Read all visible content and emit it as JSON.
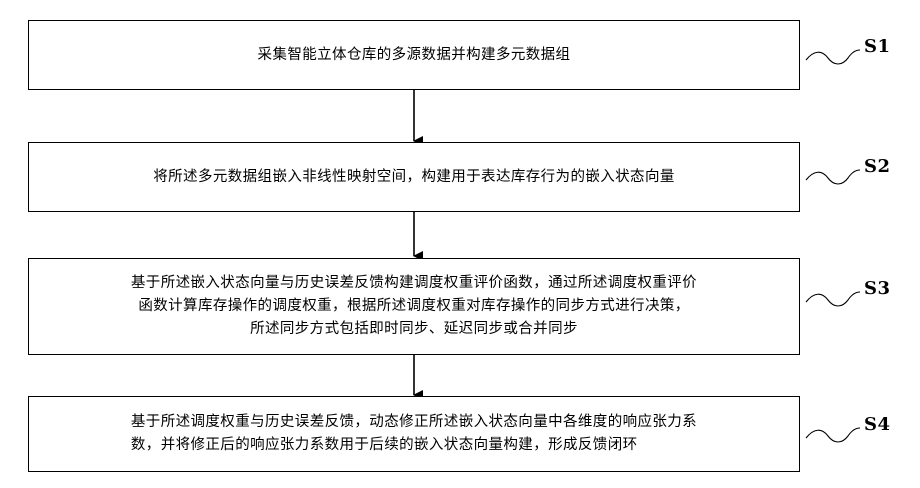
{
  "steps": [
    {
      "label": "S1",
      "lines": [
        "采集智能立体仓库的多源数据并构建多元数据组"
      ]
    },
    {
      "label": "S2",
      "lines": [
        "将所述多元数据组嵌入非线性映射空间，构建用于表达库存行为的嵌入状态向量"
      ]
    },
    {
      "label": "S3",
      "lines": [
        "基于所述嵌入状态向量与历史误差反馈构建调度权重评价函数，通过所述调度权重评价",
        "函数计算库存操作的调度权重，根据所述调度权重对库存操作的同步方式进行决策，",
        "所述同步方式包括即时同步、延迟同步或合并同步"
      ]
    },
    {
      "label": "S4",
      "lines": [
        "基于所述调度权重与历史误差反馈，动态修正所述嵌入状态向量中各维度的响应张力系",
        "数，并将修正后的响应张力系数用于后续的嵌入状态向量构建，形成反馈闭环"
      ]
    }
  ],
  "colors": {
    "stroke": "#000000",
    "background": "#ffffff"
  }
}
